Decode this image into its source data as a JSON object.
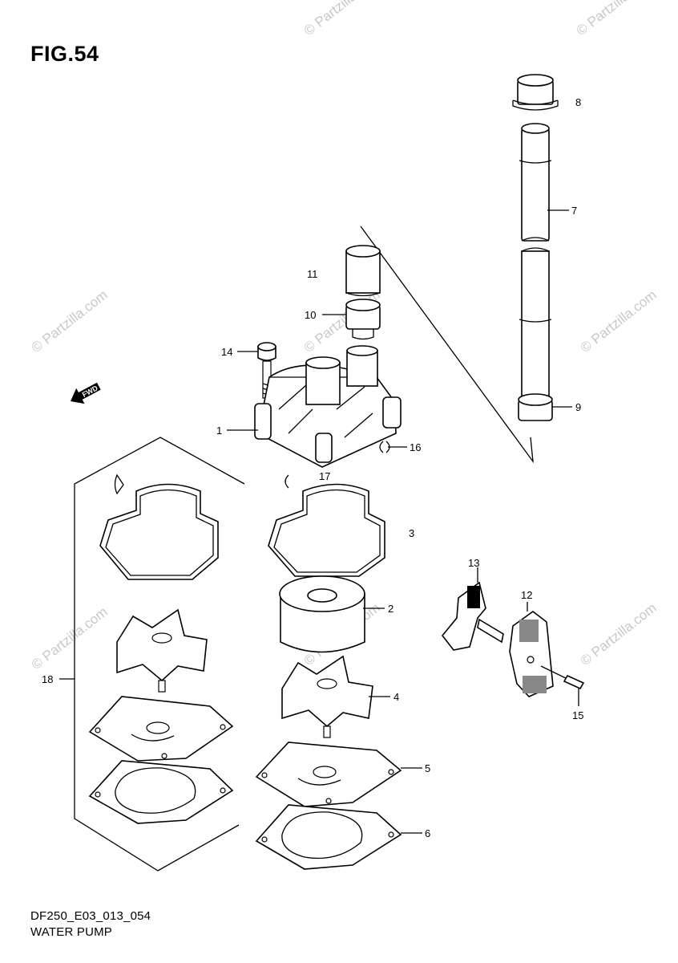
{
  "figure": {
    "title": "FIG.54",
    "code": "DF250_E03_013_054",
    "name": "WATER PUMP"
  },
  "watermark": {
    "text": "© Partzilla.com"
  },
  "direction_arrow": {
    "text": "FWD"
  },
  "callouts": {
    "c1": "1",
    "c2": "2",
    "c3": "3",
    "c4": "4",
    "c5": "5",
    "c6": "6",
    "c7": "7",
    "c8": "8",
    "c9": "9",
    "c10": "10",
    "c11": "11",
    "c12": "12",
    "c13": "13",
    "c14": "14",
    "c15": "15",
    "c16": "16",
    "c17": "17",
    "c18": "18"
  }
}
